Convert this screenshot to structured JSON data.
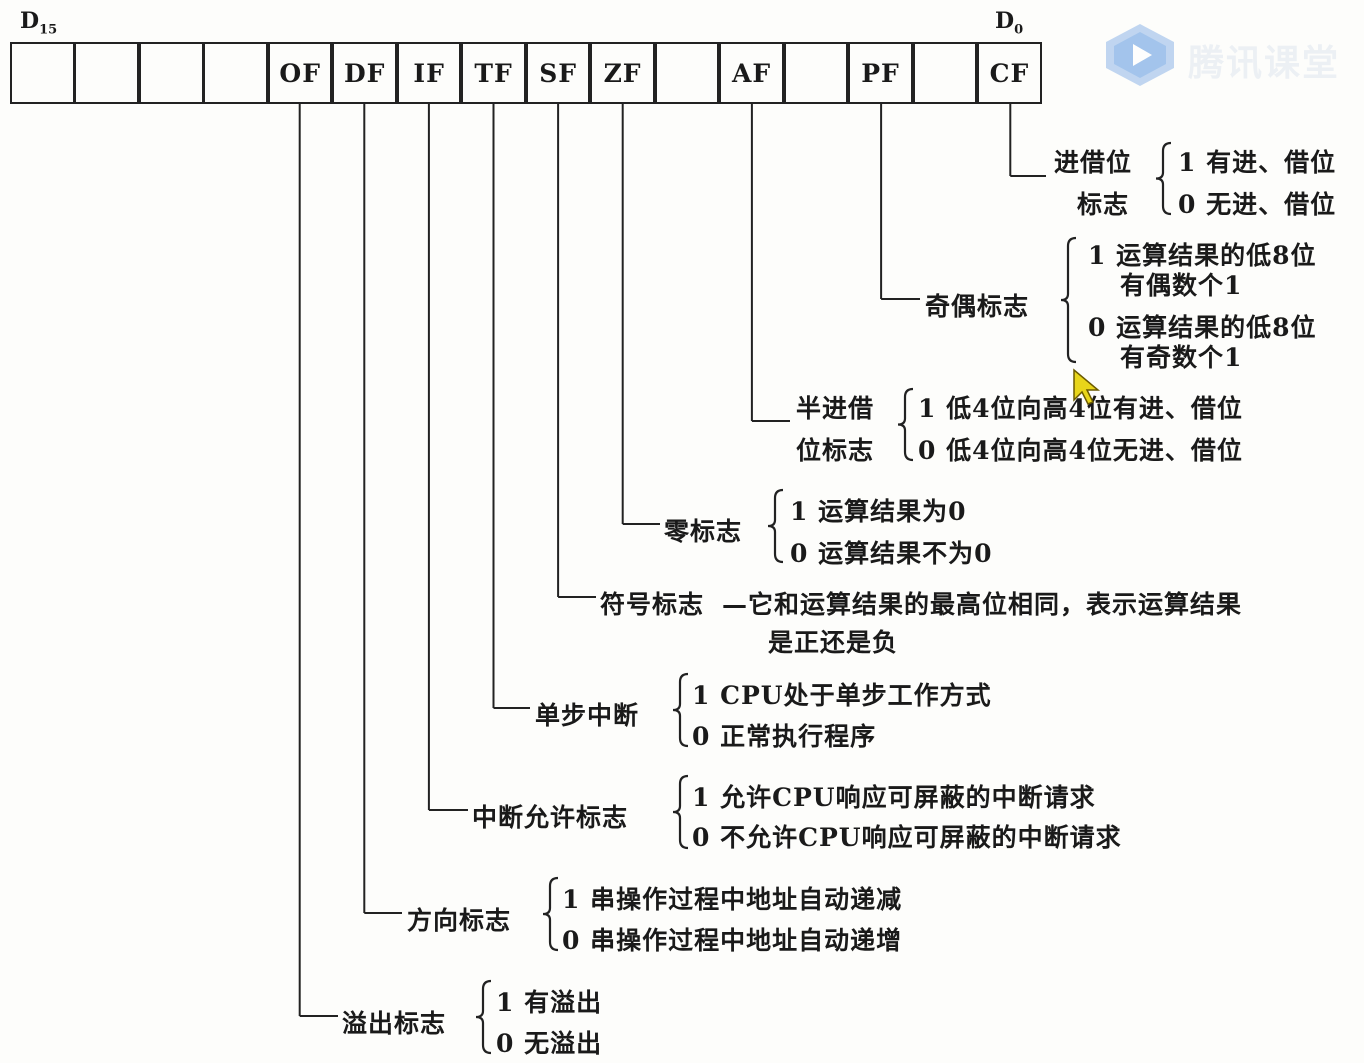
{
  "register": {
    "msb_label": "D",
    "msb_sub": "15",
    "lsb_label": "D",
    "lsb_sub": "0",
    "bits": [
      "",
      "",
      "",
      "",
      "OF",
      "DF",
      "IF",
      "TF",
      "SF",
      "ZF",
      "",
      "AF",
      "",
      "PF",
      "",
      "CF"
    ]
  },
  "flags": [
    {
      "id": "cf",
      "bit": "CF",
      "name": [
        "进借位",
        "标志"
      ],
      "options": [
        "1  有进、借位",
        "0  无进、借位"
      ]
    },
    {
      "id": "pf",
      "bit": "PF",
      "name": [
        "奇偶标志"
      ],
      "options": [
        "1  运算结果的低8位",
        "有偶数个1",
        "0  运算结果的低8位",
        "有奇数个1"
      ]
    },
    {
      "id": "af",
      "bit": "AF",
      "name": [
        "半进借",
        "位标志"
      ],
      "options": [
        "1  低4位向高4位有进、借位",
        "0  低4位向高4位无进、借位"
      ]
    },
    {
      "id": "zf",
      "bit": "ZF",
      "name": [
        "零标志"
      ],
      "options": [
        "1  运算结果为0",
        "0  运算结果不为0"
      ]
    },
    {
      "id": "sf",
      "bit": "SF",
      "name": [
        "符号标志"
      ],
      "options": [
        "—它和运算结果的最高位相同，表示运算结果",
        "是正还是负"
      ]
    },
    {
      "id": "tf",
      "bit": "TF",
      "name": [
        "单步中断"
      ],
      "options": [
        "1  CPU处于单步工作方式",
        "0  正常执行程序"
      ]
    },
    {
      "id": "if",
      "bit": "IF",
      "name": [
        "中断允许标志"
      ],
      "options": [
        "1  允许CPU响应可屏蔽的中断请求",
        "0  不允许CPU响应可屏蔽的中断请求"
      ]
    },
    {
      "id": "df",
      "bit": "DF",
      "name": [
        "方向标志"
      ],
      "options": [
        "1  串操作过程中地址自动递减",
        "0  串操作过程中地址自动递增"
      ]
    },
    {
      "id": "of",
      "bit": "OF",
      "name": [
        "溢出标志"
      ],
      "options": [
        "1  有溢出",
        "0  无溢出"
      ]
    }
  ],
  "watermark": {
    "text": "腾讯课堂",
    "icon": "play-logo-icon",
    "color": "#4a90e2"
  },
  "colors": {
    "line": "#222222",
    "cursor": "#e8d51a"
  }
}
